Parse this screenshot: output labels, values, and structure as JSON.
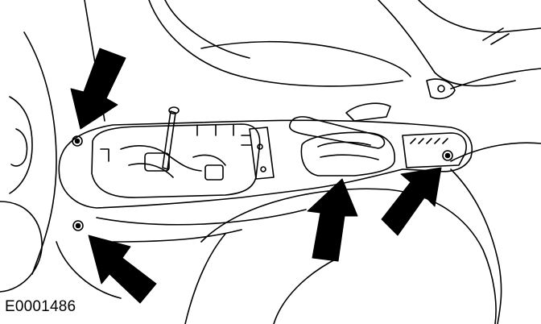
{
  "figure": {
    "id_label": "E0001486",
    "ink_color": "#000000",
    "paper_color": "#ffffff",
    "callouts": [
      {
        "name": "arrow-upper-left-screw",
        "points_to": "upper-left-fastener"
      },
      {
        "name": "arrow-lower-left-screw",
        "points_to": "lower-left-fastener"
      },
      {
        "name": "arrow-center-console",
        "points_to": "handbrake-boot"
      },
      {
        "name": "arrow-right-screw",
        "points_to": "right-fastener"
      }
    ]
  }
}
